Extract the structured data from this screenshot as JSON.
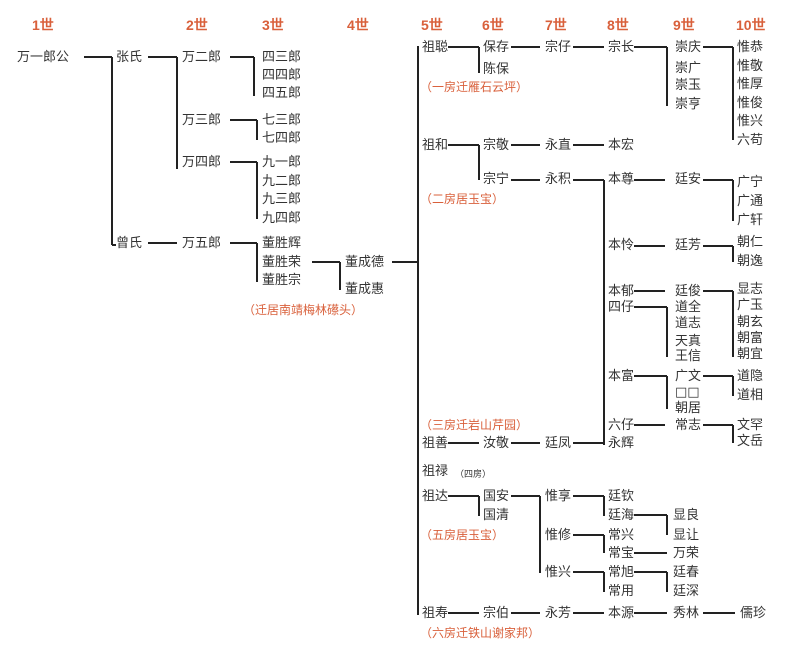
{
  "title": "家族世系图",
  "accent_color": "#d9603b",
  "generations": [
    "1世",
    "2世",
    "3世",
    "4世",
    "5世",
    "6世",
    "7世",
    "8世",
    "9世",
    "10世"
  ],
  "nodes": {
    "g1": "万一郎公",
    "zhang": "张氏",
    "zeng": "曾氏",
    "w2": "万二郎",
    "w3": "万三郎",
    "w4": "万四郎",
    "w5": "万五郎",
    "s43": "四三郎",
    "s44": "四四郎",
    "s45": "四五郎",
    "q73": "七三郎",
    "q74": "七四郎",
    "j91": "九一郎",
    "j92": "九二郎",
    "j93": "九三郎",
    "j94": "九四郎",
    "dsh": "董胜辉",
    "dsr": "董胜荣",
    "dsz": "董胜宗",
    "dcd": "董成德",
    "dch": "董成惠",
    "zc": "祖聪",
    "bc": "保存",
    "cb": "陈保",
    "zz": "宗仔",
    "zcz": "宗长",
    "cq": "崇庆",
    "cg": "崇广",
    "cy": "崇玉",
    "ch": "崇亨",
    "wg": "惟恭",
    "wj": "惟敬",
    "wh": "惟厚",
    "wju": "惟俊",
    "wx": "惟兴",
    "lg": "六苟",
    "zh": "祖和",
    "zj": "宗敬",
    "zn": "宗宁",
    "yz": "永直",
    "yj": "永积",
    "bh": "本宏",
    "bz": "本尊",
    "ba": "廷安",
    "gn": "广宁",
    "gt": "广通",
    "gx": "广轩",
    "bl": "本怜",
    "tf": "廷芳",
    "cr": "朝仁",
    "cyi": "朝逸",
    "by": "本郁",
    "sz": "四仔",
    "tj": "廷俊",
    "dq": "道全",
    "dz": "道志",
    "tzh": "天真",
    "wxn": "王信",
    "xz": "显志",
    "gy": "广玉",
    "cxu": "朝玄",
    "cf": "朝富",
    "cyi2": "朝宜",
    "bf": "本富",
    "gw": "广文",
    "unk": "□□",
    "cj": "朝居",
    "dy": "道隐",
    "dx": "道相",
    "lz": "六仔",
    "czh": "常志",
    "wh2": "文罕",
    "wyue": "文岳",
    "zs": "祖善",
    "rj": "汝敬",
    "tfe": "廷凤",
    "yh": "永辉",
    "zl": "祖禄",
    "zd": "祖达",
    "ga": "国安",
    "gq": "国清",
    "wxi": "惟享",
    "wxiu": "惟修",
    "wxg": "惟兴",
    "tq": "廷钦",
    "th": "廷海",
    "cx": "常兴",
    "cbao": "常宝",
    "cxu2": "常旭",
    "cyo": "常用",
    "xl": "显良",
    "xr": "显让",
    "wr": "万荣",
    "tc": "廷春",
    "ts": "廷深",
    "zsh": "祖寿",
    "zb": "宗伯",
    "yf": "永芳",
    "byu": "本源",
    "xlin": "秀林",
    "rz": "儒珍"
  },
  "notes": {
    "n1": "（一房迁雁石云坪）",
    "n2": "（二房居玉宝）",
    "n3": "（三房迁岩山芹园）",
    "n4": "（四房）",
    "n5": "（五房居玉宝）",
    "n6": "（六房迁铁山谢家邦）",
    "ndong": "（迁居南靖梅林礤头）"
  }
}
